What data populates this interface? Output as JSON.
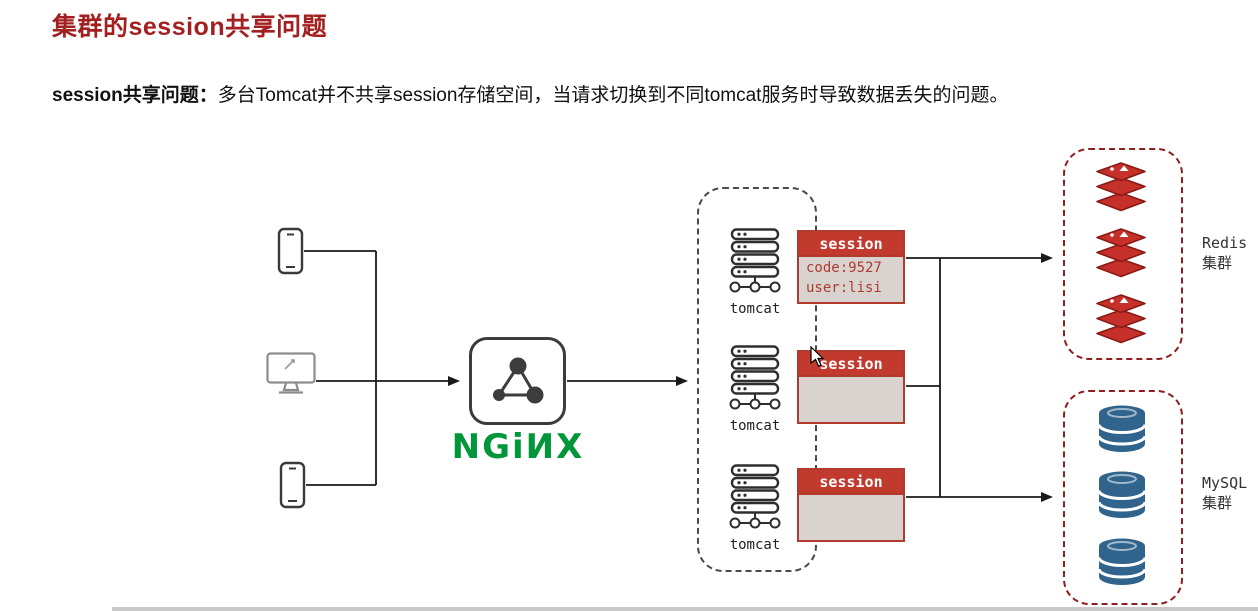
{
  "page": {
    "title": "集群的session共享问题",
    "subtitle": {
      "label": "session共享问题：",
      "text": "多台Tomcat并不共享session存储空间，当请求切换到不同tomcat服务时导致数据丢失的问题。"
    }
  },
  "diagram": {
    "nginx": {
      "wordmark": "NGiИX"
    },
    "tomcats": [
      {
        "label": "tomcat",
        "session_title": "session",
        "session_lines": [
          "code:9527",
          "user:lisi"
        ]
      },
      {
        "label": "tomcat",
        "session_title": "session"
      },
      {
        "label": "tomcat",
        "session_title": "session"
      }
    ],
    "redis_cluster": {
      "name": "Redis",
      "suffix": "集群"
    },
    "mysql_cluster": {
      "name": "MySQL",
      "suffix": "集群"
    }
  },
  "colors": {
    "title_red": "#a32020",
    "session_header_red": "#c23a2e",
    "session_body_gray": "#d8d3cf",
    "session_text_red": "#b03a2e",
    "nginx_green": "#019639",
    "redis_red": "#c6302b",
    "mysql_blue": "#31648c",
    "cluster_border_red": "#8e1f1f",
    "line_color": "#1a1a1a"
  }
}
